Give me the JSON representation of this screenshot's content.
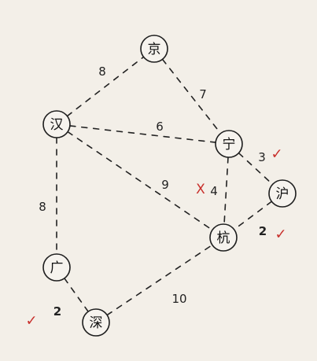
{
  "colors": {
    "ink": "#222222",
    "mark_red": "#c8302c",
    "paper": "#f3efe8"
  },
  "nodes": [
    {
      "id": "jing",
      "label": "京"
    },
    {
      "id": "han",
      "label": "汉"
    },
    {
      "id": "ning",
      "label": "宁"
    },
    {
      "id": "hu",
      "label": "沪"
    },
    {
      "id": "hang",
      "label": "杭"
    },
    {
      "id": "guang",
      "label": "广"
    },
    {
      "id": "shen",
      "label": "深"
    }
  ],
  "edges": [
    {
      "from": "han",
      "to": "jing",
      "weight": "8"
    },
    {
      "from": "jing",
      "to": "ning",
      "weight": "7"
    },
    {
      "from": "han",
      "to": "ning",
      "weight": "6"
    },
    {
      "from": "han",
      "to": "hang",
      "weight": "9"
    },
    {
      "from": "han",
      "to": "guang",
      "weight": "8"
    },
    {
      "from": "ning",
      "to": "hu",
      "weight": "3"
    },
    {
      "from": "ning",
      "to": "hang",
      "weight": "4"
    },
    {
      "from": "hu",
      "to": "hang",
      "weight": "2"
    },
    {
      "from": "guang",
      "to": "shen",
      "weight": "2"
    },
    {
      "from": "shen",
      "to": "hang",
      "weight": "10"
    }
  ],
  "marks": {
    "check_symbol": "✓",
    "cross_symbol": "X",
    "checked_edges": [
      "ning-hu",
      "hu-hang",
      "guang-shen"
    ],
    "crossed_edges": [
      "ning-hang"
    ]
  }
}
